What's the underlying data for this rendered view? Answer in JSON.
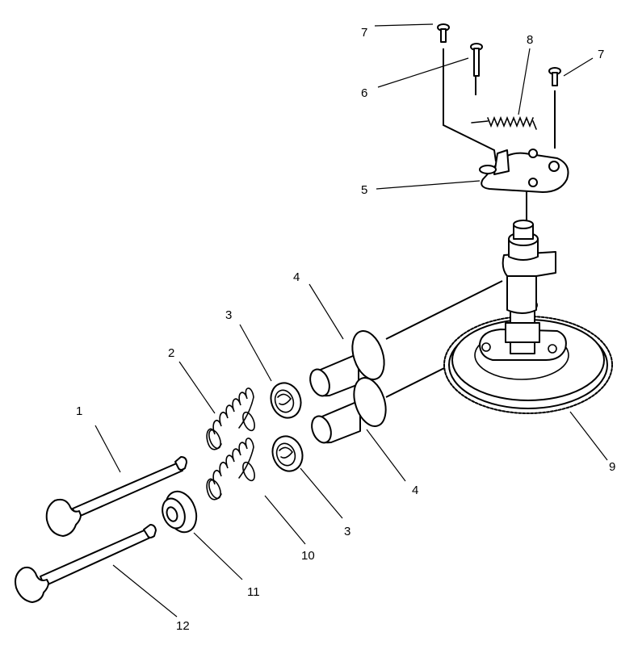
{
  "callouts": [
    {
      "id": "c1",
      "text": "1"
    },
    {
      "id": "c2",
      "text": "2"
    },
    {
      "id": "c3a",
      "text": "3"
    },
    {
      "id": "c3b",
      "text": "3"
    },
    {
      "id": "c4a",
      "text": "4"
    },
    {
      "id": "c4b",
      "text": "4"
    },
    {
      "id": "c5",
      "text": "5"
    },
    {
      "id": "c6",
      "text": "6"
    },
    {
      "id": "c7a",
      "text": "7"
    },
    {
      "id": "c7b",
      "text": "7"
    },
    {
      "id": "c8",
      "text": "8"
    },
    {
      "id": "c9",
      "text": "9"
    },
    {
      "id": "c10",
      "text": "10"
    },
    {
      "id": "c11",
      "text": "11"
    },
    {
      "id": "c12",
      "text": "12"
    }
  ]
}
